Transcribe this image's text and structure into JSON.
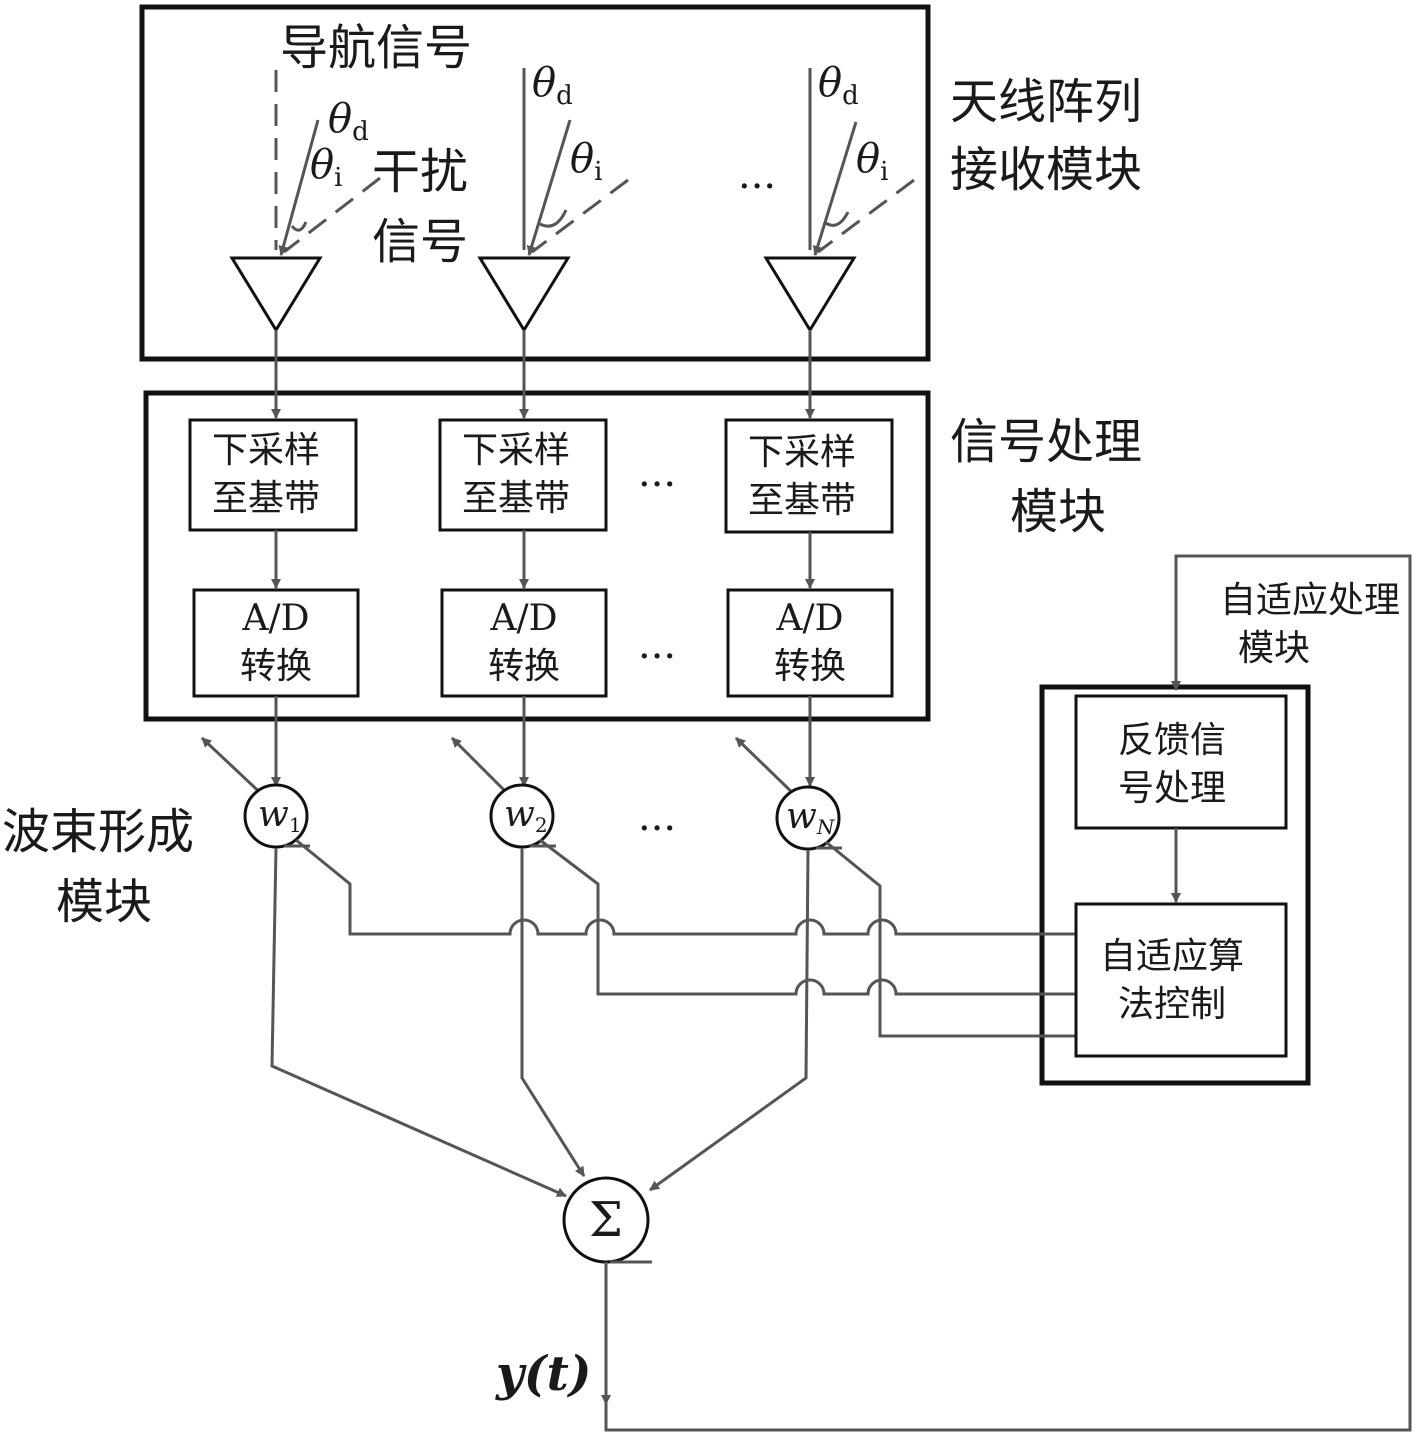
{
  "modules": {
    "antenna": "天线阵列接收模块",
    "processing": "信号处理模块",
    "beamforming": "波束形成模块",
    "adaptive": "自适应处理模块"
  },
  "signals": {
    "navigation": "导航信号",
    "interference": "干扰信号",
    "theta_d": "θ",
    "theta_d_sub": "d",
    "theta_i": "θ",
    "theta_i_sub": "i"
  },
  "blocks": {
    "downsample": "下采样至基带",
    "adc_line1": "A/D",
    "adc_line2": "转换",
    "feedback": "反馈信号处理",
    "algorithm": "自适应算法控制"
  },
  "weights": [
    {
      "symbol": "w",
      "sub": "1"
    },
    {
      "symbol": "w",
      "sub": "2"
    },
    {
      "symbol": "w",
      "sub": "N"
    }
  ],
  "ellipsis": "···",
  "sum_symbol": "Σ",
  "output": "y(t)"
}
